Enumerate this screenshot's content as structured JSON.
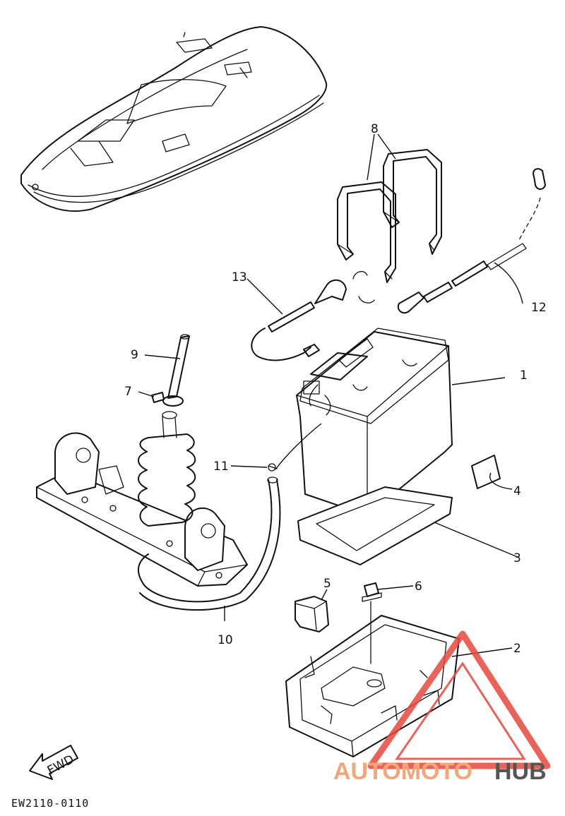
{
  "callouts": [
    "1",
    "2",
    "3",
    "4",
    "5",
    "6",
    "7",
    "8",
    "9",
    "10",
    "11",
    "12",
    "13"
  ],
  "fwd_label": "FWD",
  "diagram_code": "EW2110-0110",
  "watermark": {
    "part1": "AUTOMOTO",
    "part2": "HUB",
    "accent": "#f2a77a",
    "dark": "#555555",
    "triangle": "#e8483c"
  }
}
